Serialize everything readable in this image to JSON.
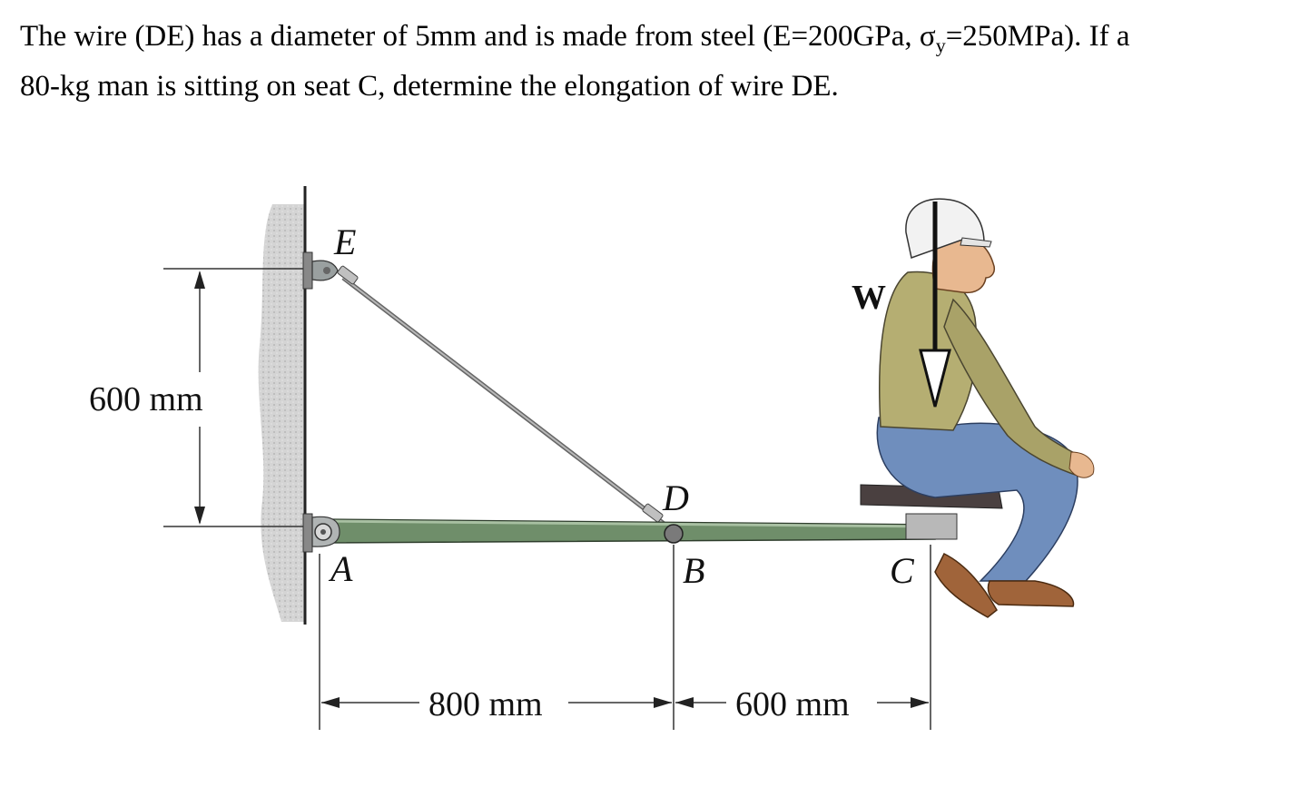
{
  "problem": {
    "line1_a": "The wire (DE) has a diameter of 5mm and is made from steel (E=200GPa, σ",
    "line1_sub": "y",
    "line1_b": "=250MPa). If a",
    "line2": "80-kg man is sitting on seat C, determine the elongation of wire DE."
  },
  "diagram": {
    "labels": {
      "E": "E",
      "A": "A",
      "B": "B",
      "C": "C",
      "D": "D",
      "W": "W"
    },
    "dimensions": {
      "vertical": "600 mm",
      "horizontal_ab": "800 mm",
      "horizontal_bc": "600 mm"
    },
    "colors": {
      "beam": "#6f8e6a",
      "shirt": "#b5ae72",
      "jeans": "#6f8ebd",
      "helmet": "#f2f2f2",
      "skin": "#e8b890",
      "boots": "#a0643a",
      "wall": "#c8c8c8",
      "seat": "#4a4040"
    }
  }
}
